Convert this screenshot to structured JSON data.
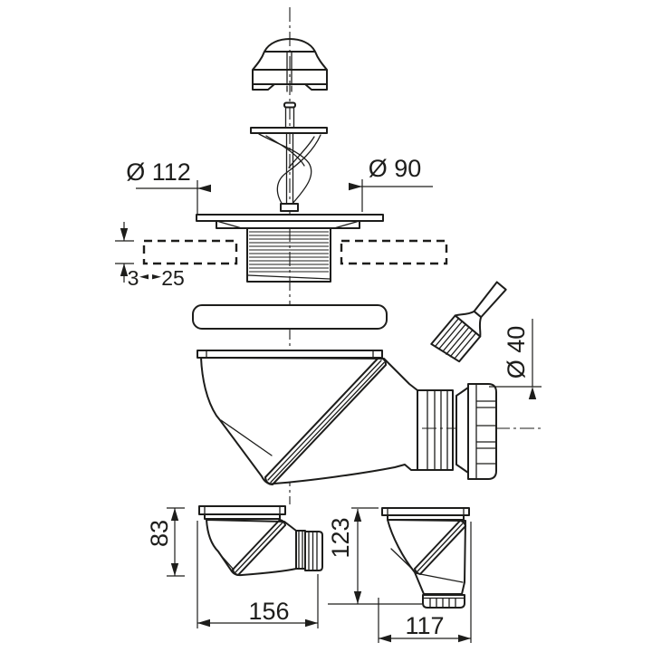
{
  "canvas": {
    "background": "#ffffff",
    "line_color": "#1d1d1b"
  },
  "dims": {
    "flange_outer": "Ø 112",
    "flange_inner": "Ø 90",
    "deck_min": "3",
    "deck_max": "25",
    "outlet": "Ø 40",
    "side_height": "83",
    "side_width": "156",
    "front_height": "123",
    "front_width": "117"
  },
  "icons": {
    "brush": "brush-icon"
  }
}
